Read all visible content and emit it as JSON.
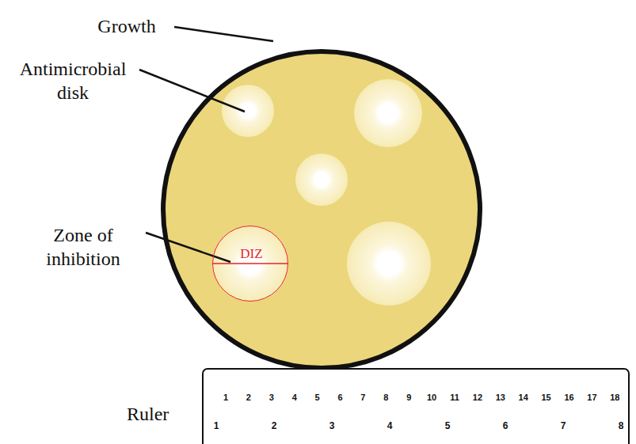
{
  "diagram": {
    "nodes": [
      {
        "text": [
          "DIZ"
        ]
      },
      {
        "text": [
          "Ruler",
          "1",
          "2",
          "3",
          "4",
          "5",
          "6",
          "7",
          "8",
          "9",
          "10",
          "11",
          "12",
          "13",
          "14",
          "15",
          "16",
          "17",
          "18",
          "1",
          "2",
          "3",
          "4",
          "5",
          "6",
          "7",
          "8"
        ]
      }
    ],
    "labels": [
      "Growth",
      "Antimicrobial disk",
      "Zone of inhibition"
    ]
  }
}
